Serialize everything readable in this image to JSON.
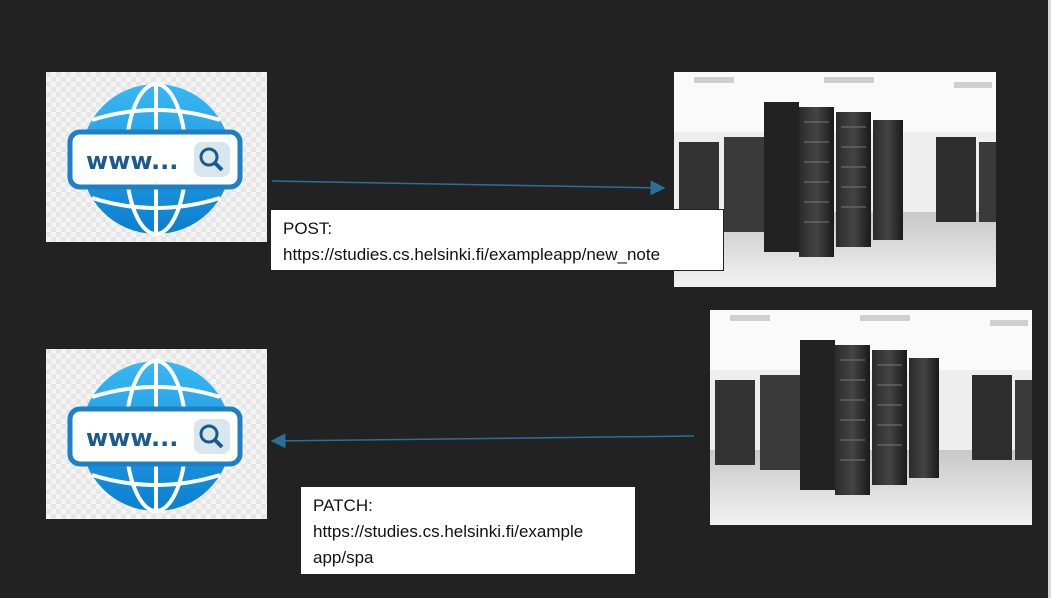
{
  "client_icon": {
    "label": "www...",
    "icon": "globe-search-icon"
  },
  "server_image": {
    "icon": "server-room-icon"
  },
  "request": {
    "method": "POST:",
    "url": "https://studies.cs.helsinki.fi/exampleapp/new_note"
  },
  "response": {
    "method": "PATCH:",
    "url_line1": "https://studies.cs.helsinki.fi/example",
    "url_line2": "app/spa"
  },
  "colors": {
    "background": "#222222",
    "arrow": "#2a6f97",
    "globe": "#1aa3e8"
  }
}
